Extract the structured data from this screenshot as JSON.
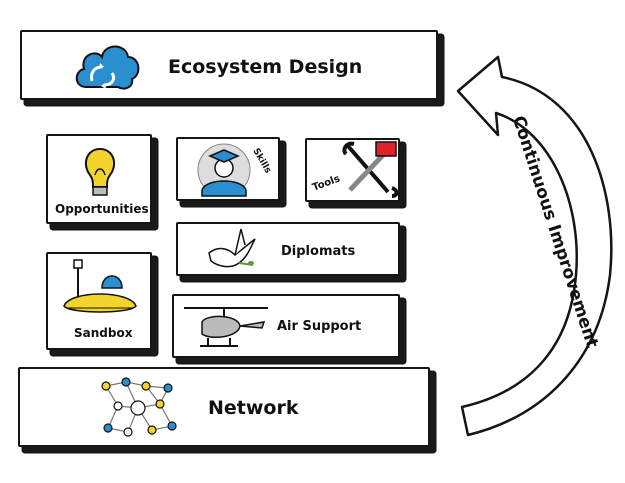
{
  "ecosystem_design": {
    "label": "Ecosystem Design"
  },
  "opportunities": {
    "label": "Opportunities"
  },
  "skills": {
    "label": "Skills"
  },
  "tools": {
    "label": "Tools"
  },
  "diplomats": {
    "label": "Diplomats"
  },
  "sandbox": {
    "label": "Sandbox"
  },
  "air_support": {
    "label": "Air Support"
  },
  "network": {
    "label": "Network"
  },
  "cycle": {
    "label": "Continuous Improvement"
  },
  "colors": {
    "accent_blue": "#2a8fd0",
    "accent_yellow": "#f2d42a",
    "accent_red": "#e0202a",
    "shadow": "#1a1a1a"
  }
}
